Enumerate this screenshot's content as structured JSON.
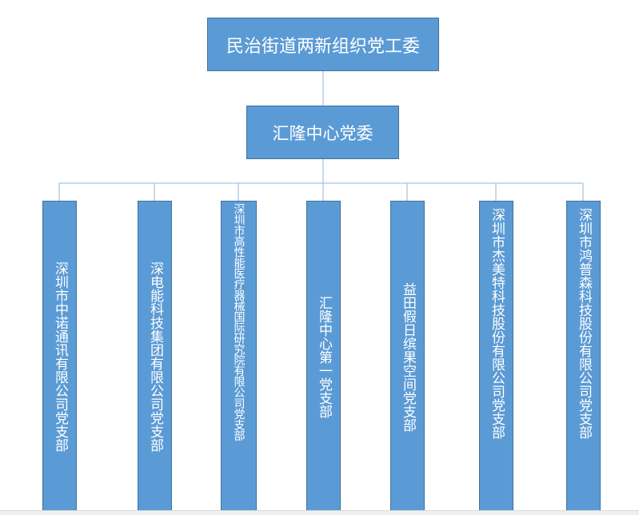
{
  "org_chart": {
    "root": {
      "label": "民治街道两新组织党工委"
    },
    "mid": {
      "label": "汇隆中心党委"
    },
    "branches": [
      {
        "label": "深圳市中诺通讯有限公司党支部"
      },
      {
        "label": "深电能科技集团有限公司党支部"
      },
      {
        "label": "深圳市高性能医疗器械国际研究院有限公司党支部"
      },
      {
        "label": "汇隆中心第一党支部"
      },
      {
        "label": "益田假日缤果空间党支部"
      },
      {
        "label": "深圳市杰美特科技股份有限公司党支部"
      },
      {
        "label": "深圳市鸿普森科技股份有限公司党支部"
      }
    ]
  },
  "colors": {
    "box_fill": "#5b9bd5",
    "box_border": "#41719c",
    "connector": "#8fb4dc",
    "text": "#ffffff"
  }
}
